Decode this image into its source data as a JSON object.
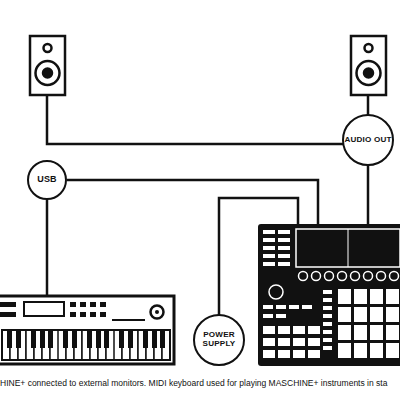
{
  "diagram": {
    "caption": "HINE+ connected to external monitors. MIDI keyboard used for playing MASCHINE+ instruments in sta",
    "nodes": [
      {
        "text": [
          "AUDIO OUT"
        ]
      },
      {
        "text": [
          "USB"
        ]
      },
      {
        "text": [
          "POWER SUPPLY"
        ]
      }
    ]
  }
}
